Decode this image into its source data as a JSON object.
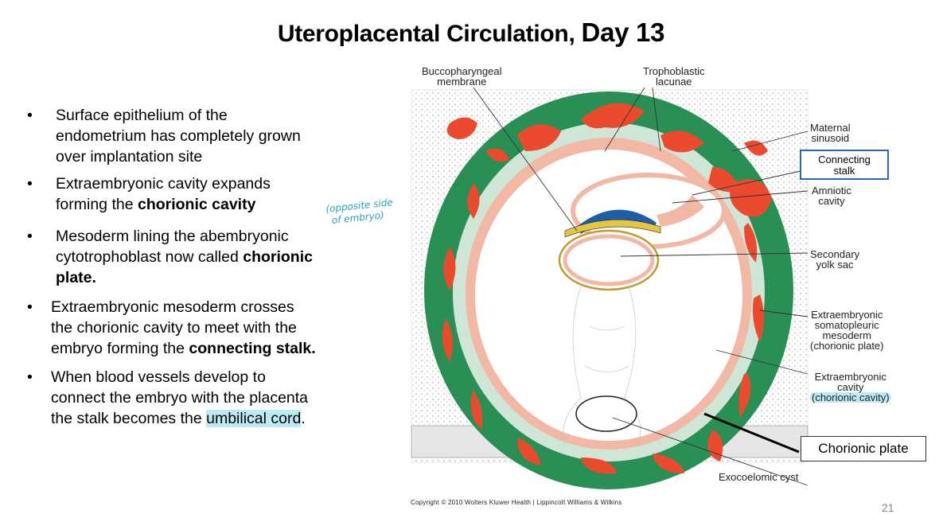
{
  "title": {
    "main": "Uteroplacental Circulation, ",
    "day": "Day 13"
  },
  "bullets": [
    {
      "lines": [
        {
          "t": "Surface epithelium of the"
        },
        {
          "t": "endometrium has completely grown"
        },
        {
          "t": "over implantation site"
        }
      ]
    },
    {
      "lines": [
        {
          "t": "Extraembryonic cavity expands"
        },
        {
          "t": "forming the ",
          "b": "chorionic cavity"
        }
      ]
    },
    {
      "lines": [
        {
          "t": "Mesoderm lining the abembryonic"
        },
        {
          "t": "cytotrophoblast now called ",
          "b": "chorionic"
        },
        {
          "b": "plate."
        }
      ]
    },
    {
      "lines": [
        {
          "t": "Extraembryonic mesoderm crosses"
        },
        {
          "t": "the chorionic cavity to meet with the"
        },
        {
          "t": "embryo forming the ",
          "b": "connecting stalk."
        }
      ]
    },
    {
      "lines": [
        {
          "t": "When blood vessels develop to"
        },
        {
          "t": "connect the embryo with the placenta"
        },
        {
          "t": "the stalk becomes the ",
          "h": "umbilical cord",
          "t2": "."
        }
      ]
    }
  ],
  "bullet_char": "•",
  "handwritten_note": [
    "(opposite side",
    "of embryo)"
  ],
  "labels": {
    "buccopharyngeal": [
      "Buccopharyngeal",
      "membrane"
    ],
    "trophoblastic": [
      "Trophoblastic",
      "lacunae"
    ],
    "maternal_sinusoid": [
      "Maternal",
      "sinusoid"
    ],
    "connecting_stalk": [
      "Connecting",
      "stalk"
    ],
    "amniotic_cavity": [
      "Amniotic",
      "cavity"
    ],
    "secondary_yolk_sac": [
      "Secondary",
      "yolk sac"
    ],
    "extraembryonic_mesoderm": [
      "Extraembryonic",
      "somatopleuric",
      "mesoderm",
      "(chorionic plate)"
    ],
    "extraembryonic_cavity": [
      "Extraembryonic",
      "cavity",
      "(chorionic cavity)"
    ],
    "exocoelomic_cyst": "Exocoelomic cyst"
  },
  "chorionic_plate_box": "Chorionic plate",
  "copyright": "Copyright © 2010 Wolters Kluwer Health | Lippincott Williams & Wilkins",
  "page_number": "21",
  "colors": {
    "maternal_red": "#ec4a2e",
    "syncytio_green": "#2a8f55",
    "cyto_pale": "#cfe6d6",
    "mesoderm_pink": "#f2b8a6",
    "highlight": "#bfe9f2",
    "box_blue": "#2a67b8"
  }
}
